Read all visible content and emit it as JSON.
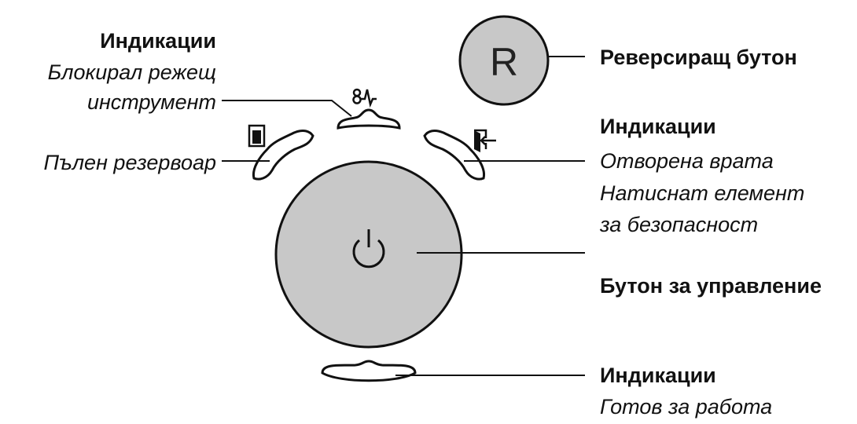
{
  "colors": {
    "button_fill": "#c8c8c8",
    "ink": "#111111"
  },
  "buttons": {
    "reverse": {
      "letter": "R",
      "icon": "letter-r"
    },
    "control": {
      "icon": "power-icon"
    }
  },
  "symbols": [
    "blade-jam-icon",
    "bin-full-icon",
    "door-open-icon"
  ],
  "labels": {
    "indicators_top_left": {
      "heading": "Индикации",
      "line1": "Блокирал режещ",
      "line2": "инструмент"
    },
    "full_bin": "Пълен резервоар",
    "reverse": "Реверсиращ бутон",
    "indicators_right": {
      "heading": "Индикации",
      "line1": "Отворена врата",
      "line2": "Натиснат елемент",
      "line3": "за безопасност"
    },
    "control_button": "Бутон за управление",
    "indicators_bottom": {
      "heading": "Индикации",
      "line1": "Готов за работа"
    }
  }
}
